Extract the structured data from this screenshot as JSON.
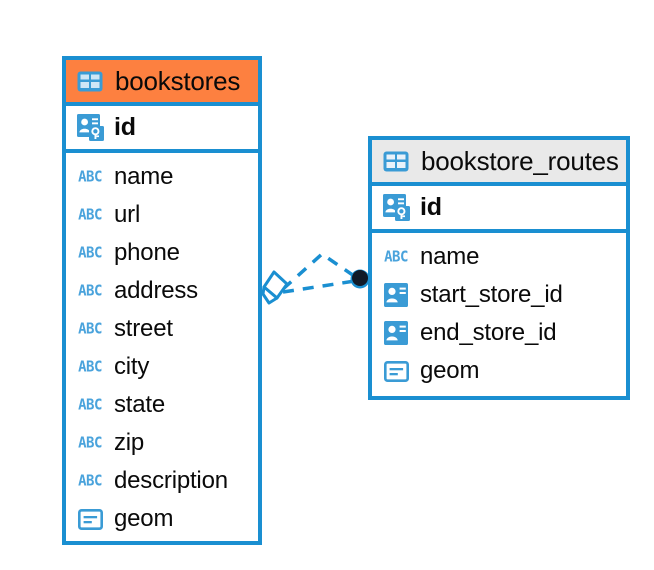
{
  "diagram": {
    "title": "bookstores / bookstore_routes ER diagram",
    "background": "#ffffff",
    "accent": "#1a8fd1",
    "highlight": "#fd8040",
    "header_gray": "#e9e9e9",
    "icon_blue": "#3a9bd5",
    "text_color": "#0a0a0a"
  },
  "entities": [
    {
      "name": "bookstores",
      "header_icon": "table-icon",
      "header_color": "#fd8040",
      "primary_key": {
        "name": "id",
        "icon": "primary-key-icon"
      },
      "columns": [
        {
          "name": "name",
          "icon": "abc-icon",
          "icon_label": "ABC"
        },
        {
          "name": "url",
          "icon": "abc-icon",
          "icon_label": "ABC"
        },
        {
          "name": "phone",
          "icon": "abc-icon",
          "icon_label": "ABC"
        },
        {
          "name": "address",
          "icon": "abc-icon",
          "icon_label": "ABC"
        },
        {
          "name": "street",
          "icon": "abc-icon",
          "icon_label": "ABC"
        },
        {
          "name": "city",
          "icon": "abc-icon",
          "icon_label": "ABC"
        },
        {
          "name": "state",
          "icon": "abc-icon",
          "icon_label": "ABC"
        },
        {
          "name": "zip",
          "icon": "abc-icon",
          "icon_label": "ABC"
        },
        {
          "name": "description",
          "icon": "abc-icon",
          "icon_label": "ABC"
        },
        {
          "name": "geom",
          "icon": "geometry-icon",
          "icon_label": ""
        }
      ]
    },
    {
      "name": "bookstore_routes",
      "header_icon": "table-icon",
      "header_color": "#e9e9e9",
      "primary_key": {
        "name": "id",
        "icon": "primary-key-icon"
      },
      "columns": [
        {
          "name": "name",
          "icon": "abc-icon",
          "icon_label": "ABC"
        },
        {
          "name": "start_store_id",
          "icon": "foreign-key-icon",
          "icon_label": ""
        },
        {
          "name": "end_store_id",
          "icon": "foreign-key-icon",
          "icon_label": ""
        },
        {
          "name": "geom",
          "icon": "geometry-icon",
          "icon_label": ""
        }
      ]
    }
  ],
  "relationship": {
    "from": "bookstores",
    "to": "bookstore_routes",
    "line_style": "dashed",
    "source_marker": "diamond",
    "target_marker": "filled-circle",
    "color": "#1a8fd1",
    "target_marker_color": "#101a28"
  }
}
